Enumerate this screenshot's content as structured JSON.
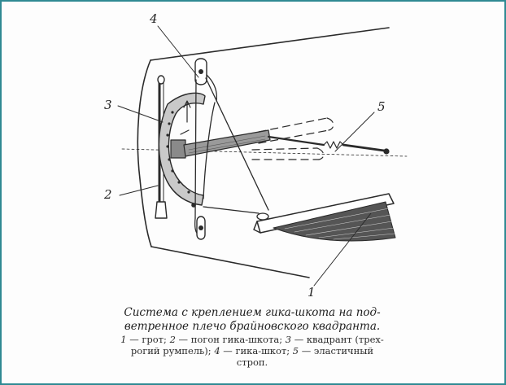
{
  "labels": {
    "one": "1",
    "two": "2",
    "three": "3",
    "four": "4",
    "five": "5"
  },
  "caption": {
    "title_line1": "Система с креплением гика-шкота на под-",
    "title_line2": "ветренное плечо брайновского квадранта.",
    "legend_n1": "1",
    "legend_t1": " — грот; ",
    "legend_n2": "2",
    "legend_t2": " — погон гика-шкота; ",
    "legend_n3": "3",
    "legend_t3": " — квадрант (трех-",
    "legend_t3b": "рогий румпель); ",
    "legend_n4": "4",
    "legend_t4": " — гика-шкот; ",
    "legend_n5": "5",
    "legend_t5": " — эластичный",
    "legend_t5b": "строп."
  },
  "colors": {
    "frame": "#2f8a93",
    "ink": "#2a2a2a"
  }
}
